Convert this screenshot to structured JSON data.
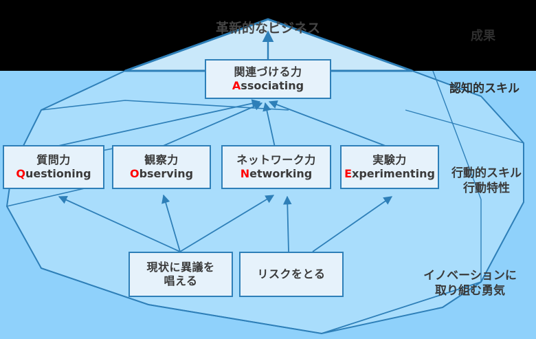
{
  "diagram": {
    "title_peak": "革新的なビジネス",
    "top_right_label": "成果",
    "waterline_label": "認知的スキル",
    "behavior_label": "行動的スキル\n行動特性",
    "courage_label": "イノベーションに\n取り組む勇気"
  },
  "colors": {
    "sky": "#000000",
    "water": "#8fd1fb",
    "iceberg_above": "#c9e8fa",
    "iceberg_below": "#a9ddfc",
    "outline": "#2e7fb8",
    "box_fill": "#e6f2fb",
    "box_border": "#2e7fb8",
    "accent_letter": "#ff0000",
    "text": "#3a3a3a"
  },
  "boxes": {
    "associating": {
      "jp": "関連づける力",
      "en_cap": "A",
      "en_rest": "ssociating"
    },
    "questioning": {
      "jp": "質問力",
      "en_cap": "Q",
      "en_rest": "uestioning"
    },
    "observing": {
      "jp": "観察力",
      "en_cap": "O",
      "en_rest": "bserving"
    },
    "networking": {
      "jp": "ネットワーク力",
      "en_cap": "N",
      "en_rest": "etworking"
    },
    "experimenting": {
      "jp": "実験力",
      "en_cap": "E",
      "en_rest": "xperimenting"
    },
    "challenge": {
      "jp": "現状に異議を\n唱える"
    },
    "risk": {
      "jp": "リスクをとる"
    }
  }
}
